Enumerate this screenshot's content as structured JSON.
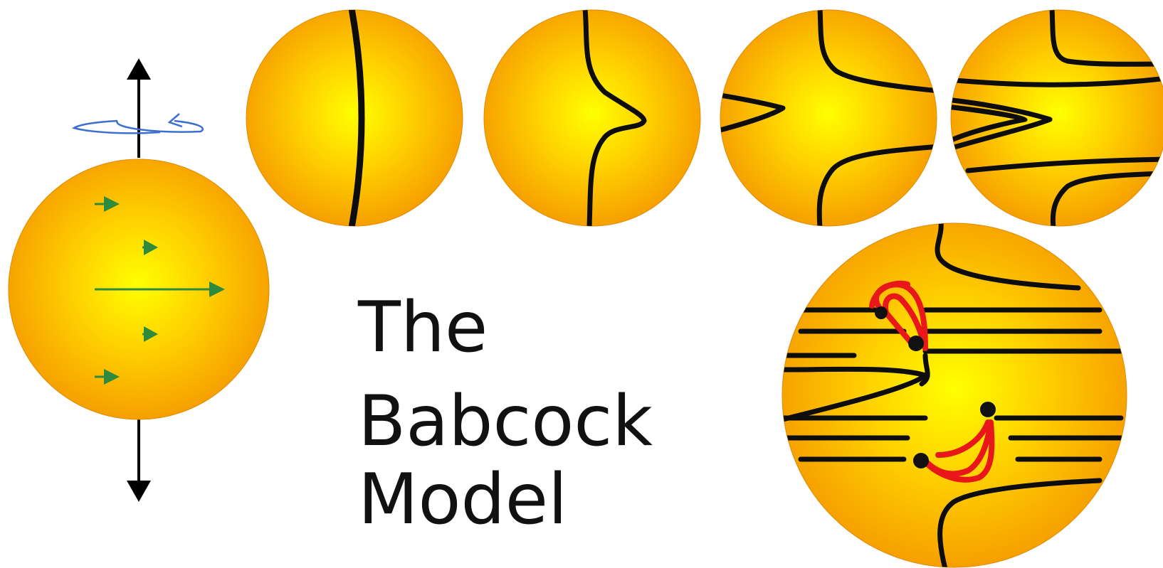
{
  "title": {
    "lines": [
      "The",
      "Babcock",
      "Model"
    ]
  },
  "colors": {
    "sun_center": "#ffff00",
    "sun_edge": "#f59a00",
    "field_lines": "#0d0d0d",
    "flux_loops": "#e8171a",
    "differential_rotation_arrows": "#2e8b3e",
    "rotation_arrow": "#3d6fd0"
  },
  "icons": {
    "rotation_axis": "double-arrow-vertical",
    "rotation_direction": "circular-arrow",
    "flow": "triangle-arrow-right"
  },
  "stages_count": 4
}
